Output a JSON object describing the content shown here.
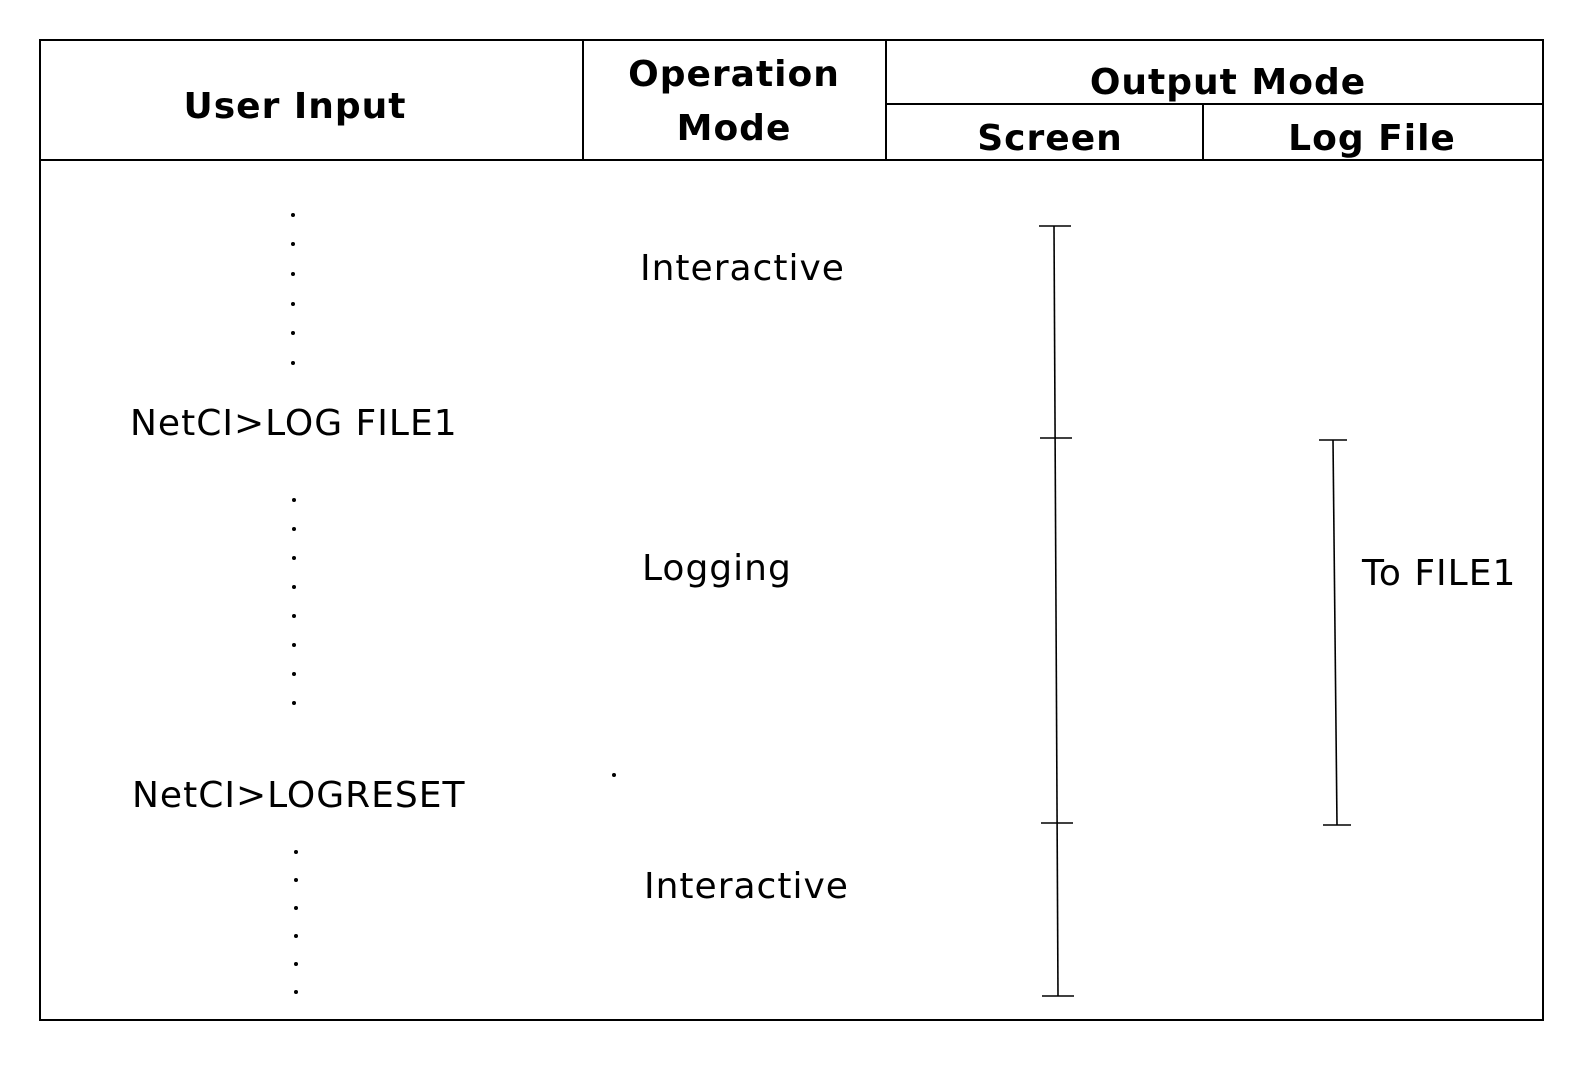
{
  "headers": {
    "user_input": "User Input",
    "operation_mode_line1": "Operation",
    "operation_mode_line2": "Mode",
    "output_mode": "Output Mode",
    "screen": "Screen",
    "log_file": "Log File"
  },
  "rows": {
    "mode_interactive_1": "Interactive",
    "command_log": "NetCI>LOG FILE1",
    "mode_logging": "Logging",
    "log_target": "To FILE1",
    "command_logreset": "NetCI>LOGRESET",
    "mode_interactive_2": "Interactive"
  }
}
